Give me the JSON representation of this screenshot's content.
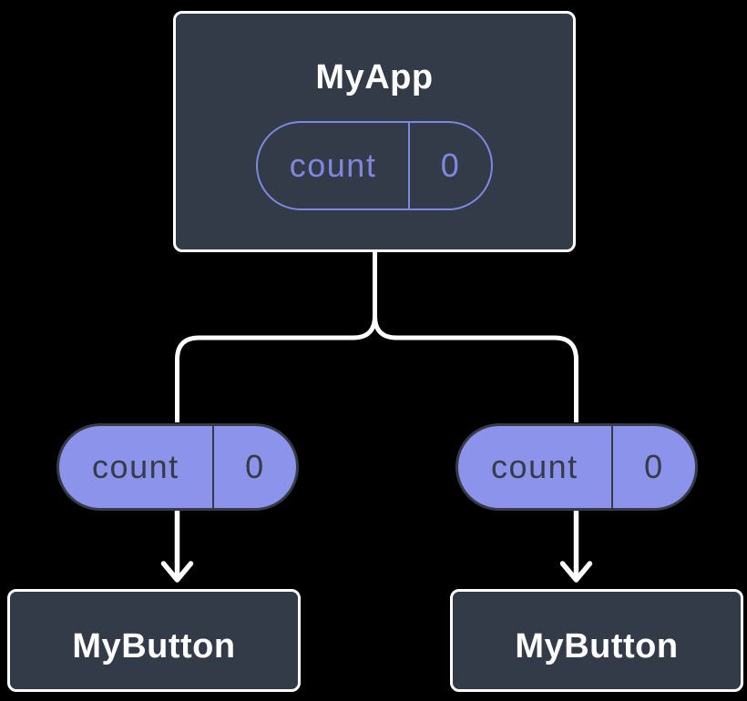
{
  "root_component": {
    "title": "MyApp",
    "state_pill": {
      "name": "count",
      "value": "0"
    }
  },
  "children": [
    {
      "prop_pill": {
        "name": "count",
        "value": "0"
      },
      "component": {
        "title": "MyButton"
      }
    },
    {
      "prop_pill": {
        "name": "count",
        "value": "0"
      },
      "component": {
        "title": "MyButton"
      }
    }
  ],
  "colors": {
    "background": "#000000",
    "box_fill": "#343B48",
    "box_border": "#FFFFFF",
    "accent_purple": "#7F88E0",
    "pill_fill": "#8B93EA",
    "pill_dark_text": "#363C47",
    "connector": "#FFFFFF"
  }
}
